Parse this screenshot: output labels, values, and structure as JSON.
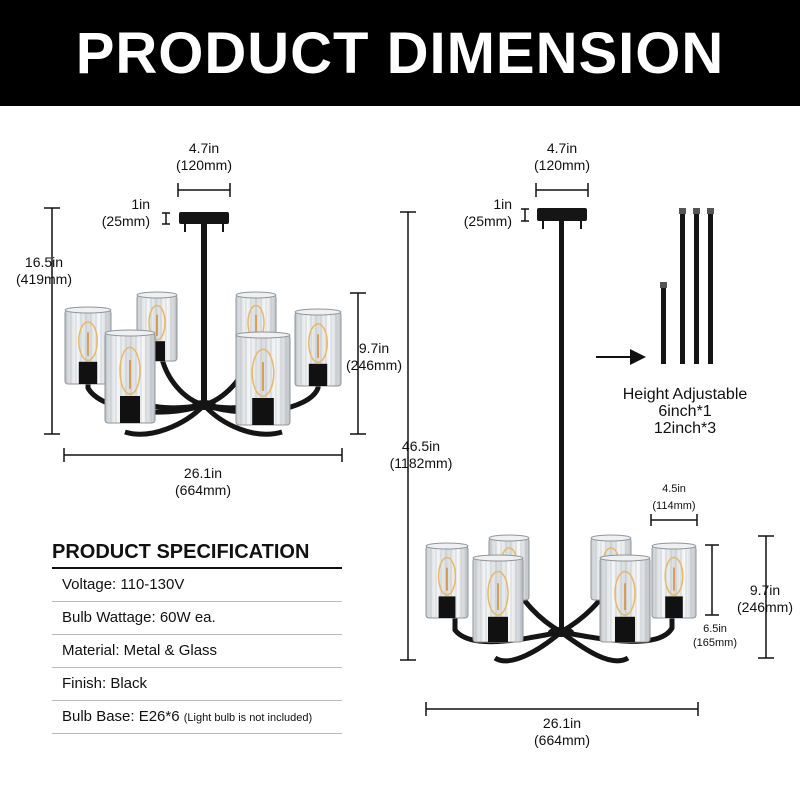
{
  "header": {
    "title": "PRODUCT DIMENSION"
  },
  "left_view": {
    "canopy_width": [
      "4.7in",
      "(120mm)"
    ],
    "canopy_height": [
      "1in",
      "(25mm)"
    ],
    "total_height": [
      "16.5in",
      "(419mm)"
    ],
    "shade_height": [
      "9.7in",
      "(246mm)"
    ],
    "total_width": [
      "26.1in",
      "(664mm)"
    ]
  },
  "right_view": {
    "canopy_width": [
      "4.7in",
      "(120mm)"
    ],
    "canopy_height": [
      "1in",
      "(25mm)"
    ],
    "max_height": [
      "46.5in",
      "(1182mm)"
    ],
    "shade_width": [
      "4.5in",
      "(114mm)"
    ],
    "shade_height": [
      "9.7in",
      "(246mm)"
    ],
    "socket_height": [
      "6.5in",
      "(165mm)"
    ],
    "total_width": [
      "26.1in",
      "(664mm)"
    ]
  },
  "height_adjustable": {
    "title": "Height Adjustable",
    "lines": [
      "6inch*1",
      "12inch*3"
    ]
  },
  "specification": {
    "title": "PRODUCT SPECIFICATION",
    "rows": [
      {
        "text": "Voltage: 110-130V",
        "note": ""
      },
      {
        "text": "Bulb Wattage: 60W ea.",
        "note": ""
      },
      {
        "text": "Material: Metal & Glass",
        "note": ""
      },
      {
        "text": "Finish: Black",
        "note": ""
      },
      {
        "text": "Bulb Base: E26*6 ",
        "note": "(Light bulb is not included)"
      }
    ]
  },
  "colors": {
    "banner": "#000000",
    "metal": "#111111",
    "glass": "#d9dde0",
    "bulb": "#e8b866"
  }
}
